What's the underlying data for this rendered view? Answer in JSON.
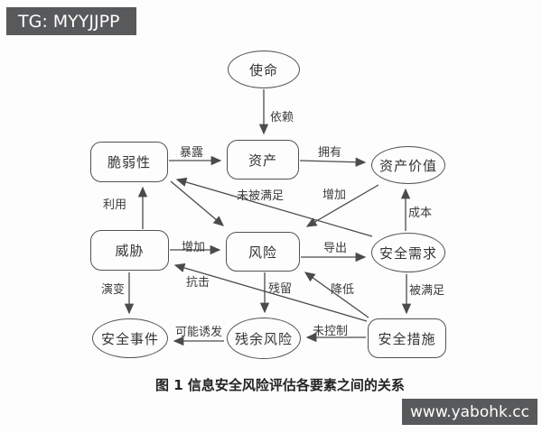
{
  "watermark_top": {
    "text": "TG: MYYJJPP"
  },
  "watermark_bottom": {
    "text": "www.yabohk.cc"
  },
  "caption": "图 1 信息安全风险评估各要素之间的关系",
  "colors": {
    "background": "#fdfdfd",
    "watermark_bg": "#58595b",
    "watermark_text": "#ffffff",
    "line": "#4b4b4b",
    "node_border": "#525252",
    "node_text": "#333333"
  },
  "diagram": {
    "nodes": {
      "mission": {
        "label": "使命",
        "shape": "ellipse"
      },
      "vulnerability": {
        "label": "脆弱性",
        "shape": "rounded-rect"
      },
      "asset": {
        "label": "资产",
        "shape": "rounded-rect"
      },
      "asset_value": {
        "label": "资产价值",
        "shape": "ellipse"
      },
      "threat": {
        "label": "威胁",
        "shape": "rounded-rect"
      },
      "risk": {
        "label": "风险",
        "shape": "rounded-rect"
      },
      "security_requirement": {
        "label": "安全需求",
        "shape": "ellipse"
      },
      "security_incident": {
        "label": "安全事件",
        "shape": "ellipse"
      },
      "residual_risk": {
        "label": "残余风险",
        "shape": "ellipse"
      },
      "security_measure": {
        "label": "安全措施",
        "shape": "rounded-rect"
      }
    },
    "edges": [
      {
        "from": "mission",
        "to": "asset",
        "label": "依赖"
      },
      {
        "from": "vulnerability",
        "to": "asset",
        "label": "暴露"
      },
      {
        "from": "asset",
        "to": "asset_value",
        "label": "拥有"
      },
      {
        "from": "threat",
        "to": "vulnerability",
        "label": "利用"
      },
      {
        "from": "threat",
        "to": "risk",
        "label": "增加"
      },
      {
        "from": "vulnerability",
        "to": "risk",
        "label": ""
      },
      {
        "from": "asset_value",
        "to": "risk",
        "label": "增加"
      },
      {
        "from": "security_requirement",
        "to": "vulnerability",
        "label": "未被满足"
      },
      {
        "from": "risk",
        "to": "security_requirement",
        "label": "导出"
      },
      {
        "from": "security_requirement",
        "to": "asset_value",
        "label": "成本"
      },
      {
        "from": "security_requirement",
        "to": "security_measure",
        "label": "被满足"
      },
      {
        "from": "security_measure",
        "to": "threat",
        "label": "抗击"
      },
      {
        "from": "security_measure",
        "to": "risk",
        "label": "降低"
      },
      {
        "from": "risk",
        "to": "residual_risk",
        "label": "残留"
      },
      {
        "from": "threat",
        "to": "security_incident",
        "label": "演变"
      },
      {
        "from": "residual_risk",
        "to": "security_incident",
        "label": "可能诱发"
      },
      {
        "from": "security_measure",
        "to": "residual_risk",
        "label": "未控制"
      }
    ]
  }
}
